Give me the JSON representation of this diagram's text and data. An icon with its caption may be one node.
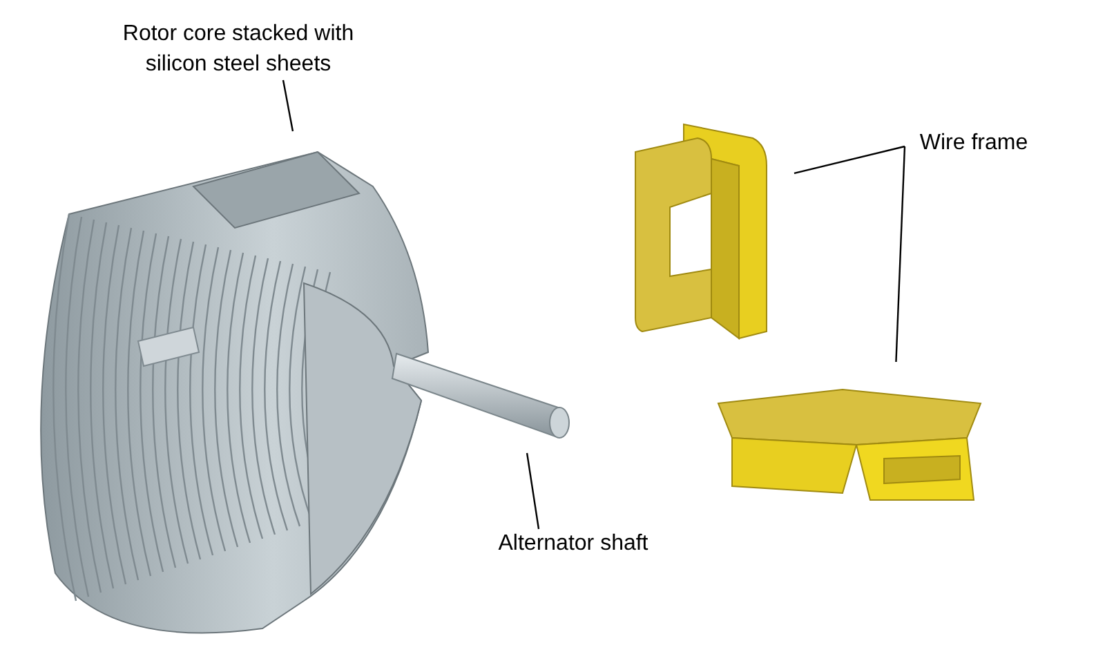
{
  "diagram": {
    "nodes": [
      {
        "text": [
          "Rotor core stacked with silicon steel sheets"
        ]
      },
      {
        "text": [],
        "shape": "picture"
      },
      {
        "text": [
          "Wire frame"
        ]
      },
      {
        "text": [],
        "shape": "picture"
      },
      {
        "text": [],
        "shape": "picture"
      },
      {
        "text": [
          "Alternator shaft"
        ]
      },
      {
        "text": [],
        "shape": "picture"
      }
    ],
    "edges": [
      {
        "from": 0,
        "to": 1,
        "arrow": "none"
      },
      {
        "from": 2,
        "to": 3,
        "arrow": "none"
      },
      {
        "from": 2,
        "to": 4,
        "arrow": "none"
      },
      {
        "from": 5,
        "to": 6,
        "arrow": "none"
      }
    ]
  }
}
